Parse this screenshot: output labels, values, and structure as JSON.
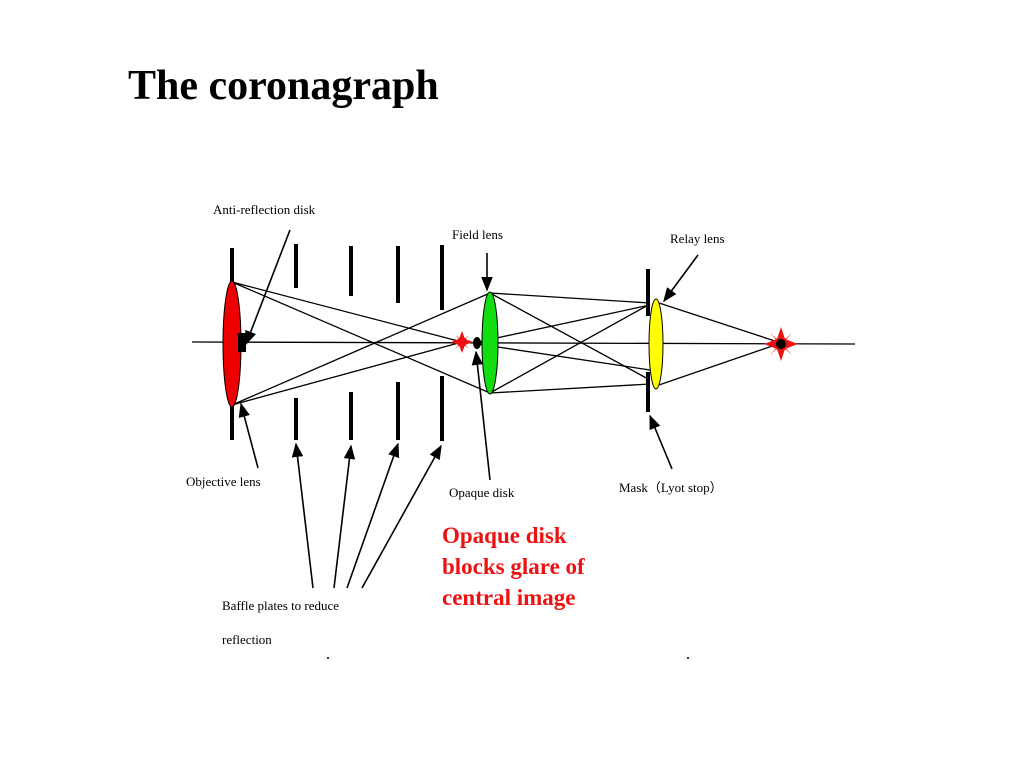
{
  "title": "The coronagraph",
  "labels": {
    "anti_reflection_disk": "Anti-reflection disk",
    "field_lens": "Field lens",
    "relay_lens": "Relay lens",
    "objective_lens": "Objective lens",
    "opaque_disk": "Opaque disk",
    "mask": "Mask（Lyot stop）",
    "baffle_line1": "Baffle plates to reduce",
    "baffle_line2": "reflection"
  },
  "note": {
    "line1": "Opaque disk",
    "line2": "blocks glare of",
    "line3": "central image"
  },
  "colors": {
    "objective_lens": "#ee0000",
    "field_lens": "#11dd11",
    "relay_lens": "#ffff00",
    "note_text": "#ee1111",
    "star": "#ee1111"
  }
}
